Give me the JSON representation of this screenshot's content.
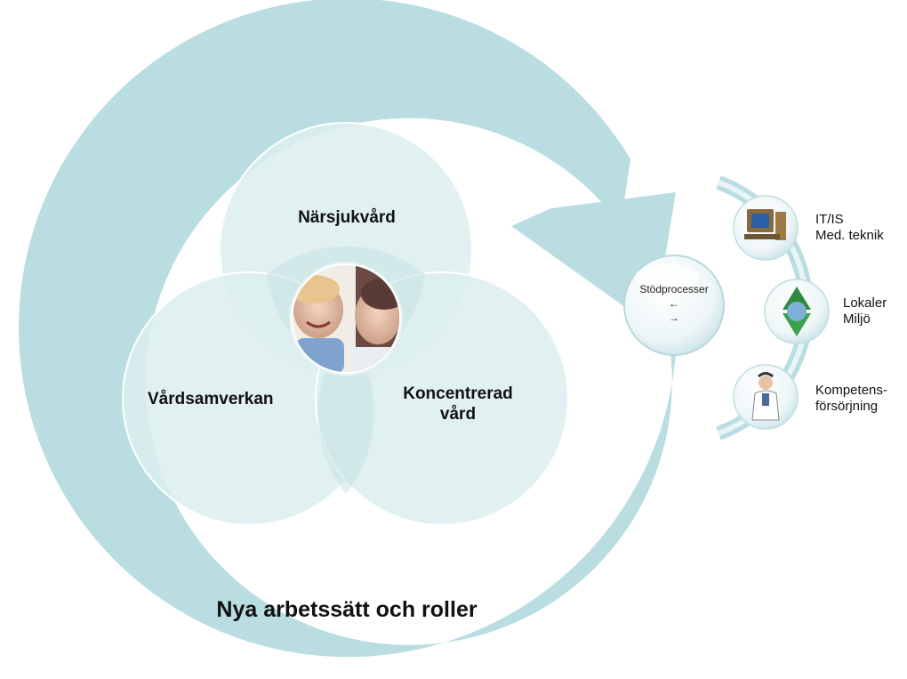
{
  "cycle": {
    "label": "Nya arbetssätt och roller",
    "color": "#b9dde1"
  },
  "venn": {
    "top": "Närsjukvård",
    "left": "Vårdsamverkan",
    "right_line1": "Koncentrerad",
    "right_line2": "vård",
    "fill": "#dcefef"
  },
  "hub": {
    "title": "Stödprocesser",
    "arrow_left": "←",
    "arrow_right": "→"
  },
  "support": [
    {
      "icon": "computer-icon",
      "line1": "IT/IS",
      "line2": "Med. teknik"
    },
    {
      "icon": "recycle-icon",
      "line1": "Lokaler",
      "line2": "Miljö"
    },
    {
      "icon": "doctor-icon",
      "line1": "Kompetens-",
      "line2": "försörjning"
    }
  ]
}
